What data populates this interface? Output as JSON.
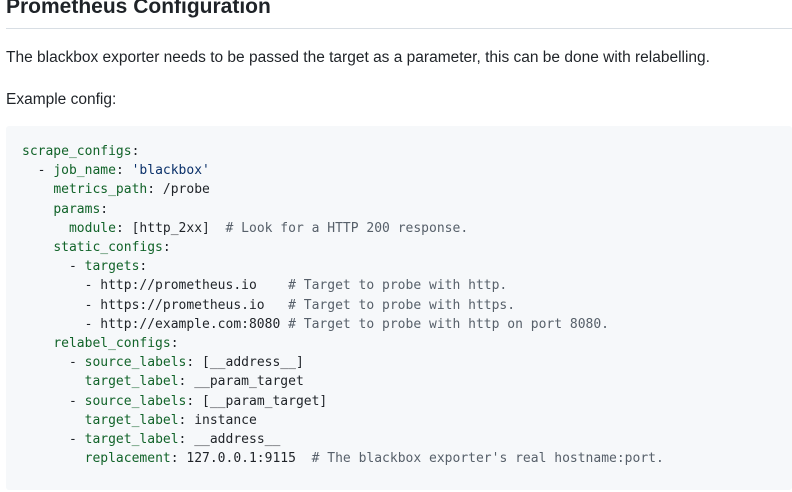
{
  "heading": "Prometheus Configuration",
  "intro": "The blackbox exporter needs to be passed the target as a parameter, this can be done with relabelling.",
  "example_label": "Example config:",
  "colors": {
    "key": "#116329",
    "string": "#0a3069",
    "comment": "#57606a",
    "code_background": "#f6f8fa",
    "text": "#1f2328"
  },
  "code_lines": [
    [
      {
        "t": "scrape_configs",
        "c": "k"
      },
      {
        "t": ":"
      }
    ],
    [
      {
        "t": "  - "
      },
      {
        "t": "job_name",
        "c": "k"
      },
      {
        "t": ": "
      },
      {
        "t": "'blackbox'",
        "c": "s"
      }
    ],
    [
      {
        "t": "    "
      },
      {
        "t": "metrics_path",
        "c": "k"
      },
      {
        "t": ": /probe"
      }
    ],
    [
      {
        "t": "    "
      },
      {
        "t": "params",
        "c": "k"
      },
      {
        "t": ":"
      }
    ],
    [
      {
        "t": "      "
      },
      {
        "t": "module",
        "c": "k"
      },
      {
        "t": ": [http_2xx]  "
      },
      {
        "t": "# Look for a HTTP 200 response.",
        "c": "c"
      }
    ],
    [
      {
        "t": "    "
      },
      {
        "t": "static_configs",
        "c": "k"
      },
      {
        "t": ":"
      }
    ],
    [
      {
        "t": "      - "
      },
      {
        "t": "targets",
        "c": "k"
      },
      {
        "t": ":"
      }
    ],
    [
      {
        "t": "        - http://prometheus.io    "
      },
      {
        "t": "# Target to probe with http.",
        "c": "c"
      }
    ],
    [
      {
        "t": "        - https://prometheus.io   "
      },
      {
        "t": "# Target to probe with https.",
        "c": "c"
      }
    ],
    [
      {
        "t": "        - http://example.com:8080 "
      },
      {
        "t": "# Target to probe with http on port 8080.",
        "c": "c"
      }
    ],
    [
      {
        "t": "    "
      },
      {
        "t": "relabel_configs",
        "c": "k"
      },
      {
        "t": ":"
      }
    ],
    [
      {
        "t": "      - "
      },
      {
        "t": "source_labels",
        "c": "k"
      },
      {
        "t": ": [__address__]"
      }
    ],
    [
      {
        "t": "        "
      },
      {
        "t": "target_label",
        "c": "k"
      },
      {
        "t": ": __param_target"
      }
    ],
    [
      {
        "t": "      - "
      },
      {
        "t": "source_labels",
        "c": "k"
      },
      {
        "t": ": [__param_target]"
      }
    ],
    [
      {
        "t": "        "
      },
      {
        "t": "target_label",
        "c": "k"
      },
      {
        "t": ": instance"
      }
    ],
    [
      {
        "t": "      - "
      },
      {
        "t": "target_label",
        "c": "k"
      },
      {
        "t": ": __address__"
      }
    ],
    [
      {
        "t": "        "
      },
      {
        "t": "replacement",
        "c": "k"
      },
      {
        "t": ": 127.0.0.1:9115  "
      },
      {
        "t": "# The blackbox exporter's real hostname:port.",
        "c": "c"
      }
    ]
  ]
}
